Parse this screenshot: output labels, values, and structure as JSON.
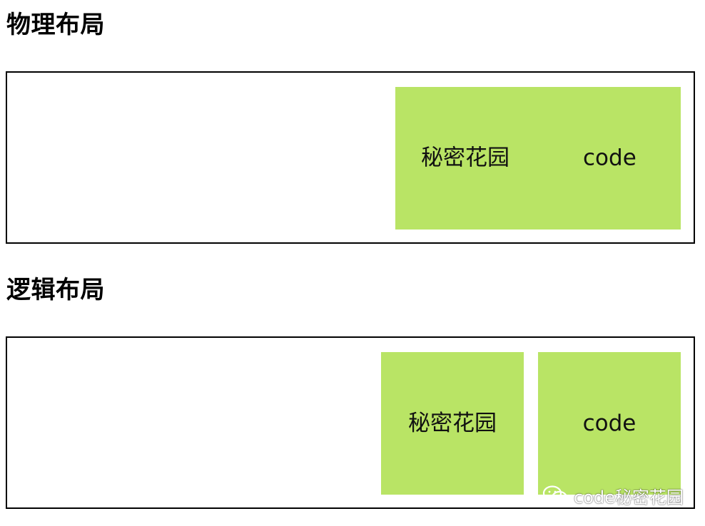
{
  "sections": {
    "physical": {
      "title": "物理布局",
      "item_a": "秘密花园",
      "item_b": "code"
    },
    "logical": {
      "title": "逻辑布局",
      "item_a": "秘密花园",
      "item_b": "code"
    }
  },
  "colors": {
    "accent": "#b9e465",
    "border": "#000000",
    "background": "#ffffff"
  },
  "watermark": {
    "icon": "wechat-icon",
    "text": "code秘密花园"
  }
}
